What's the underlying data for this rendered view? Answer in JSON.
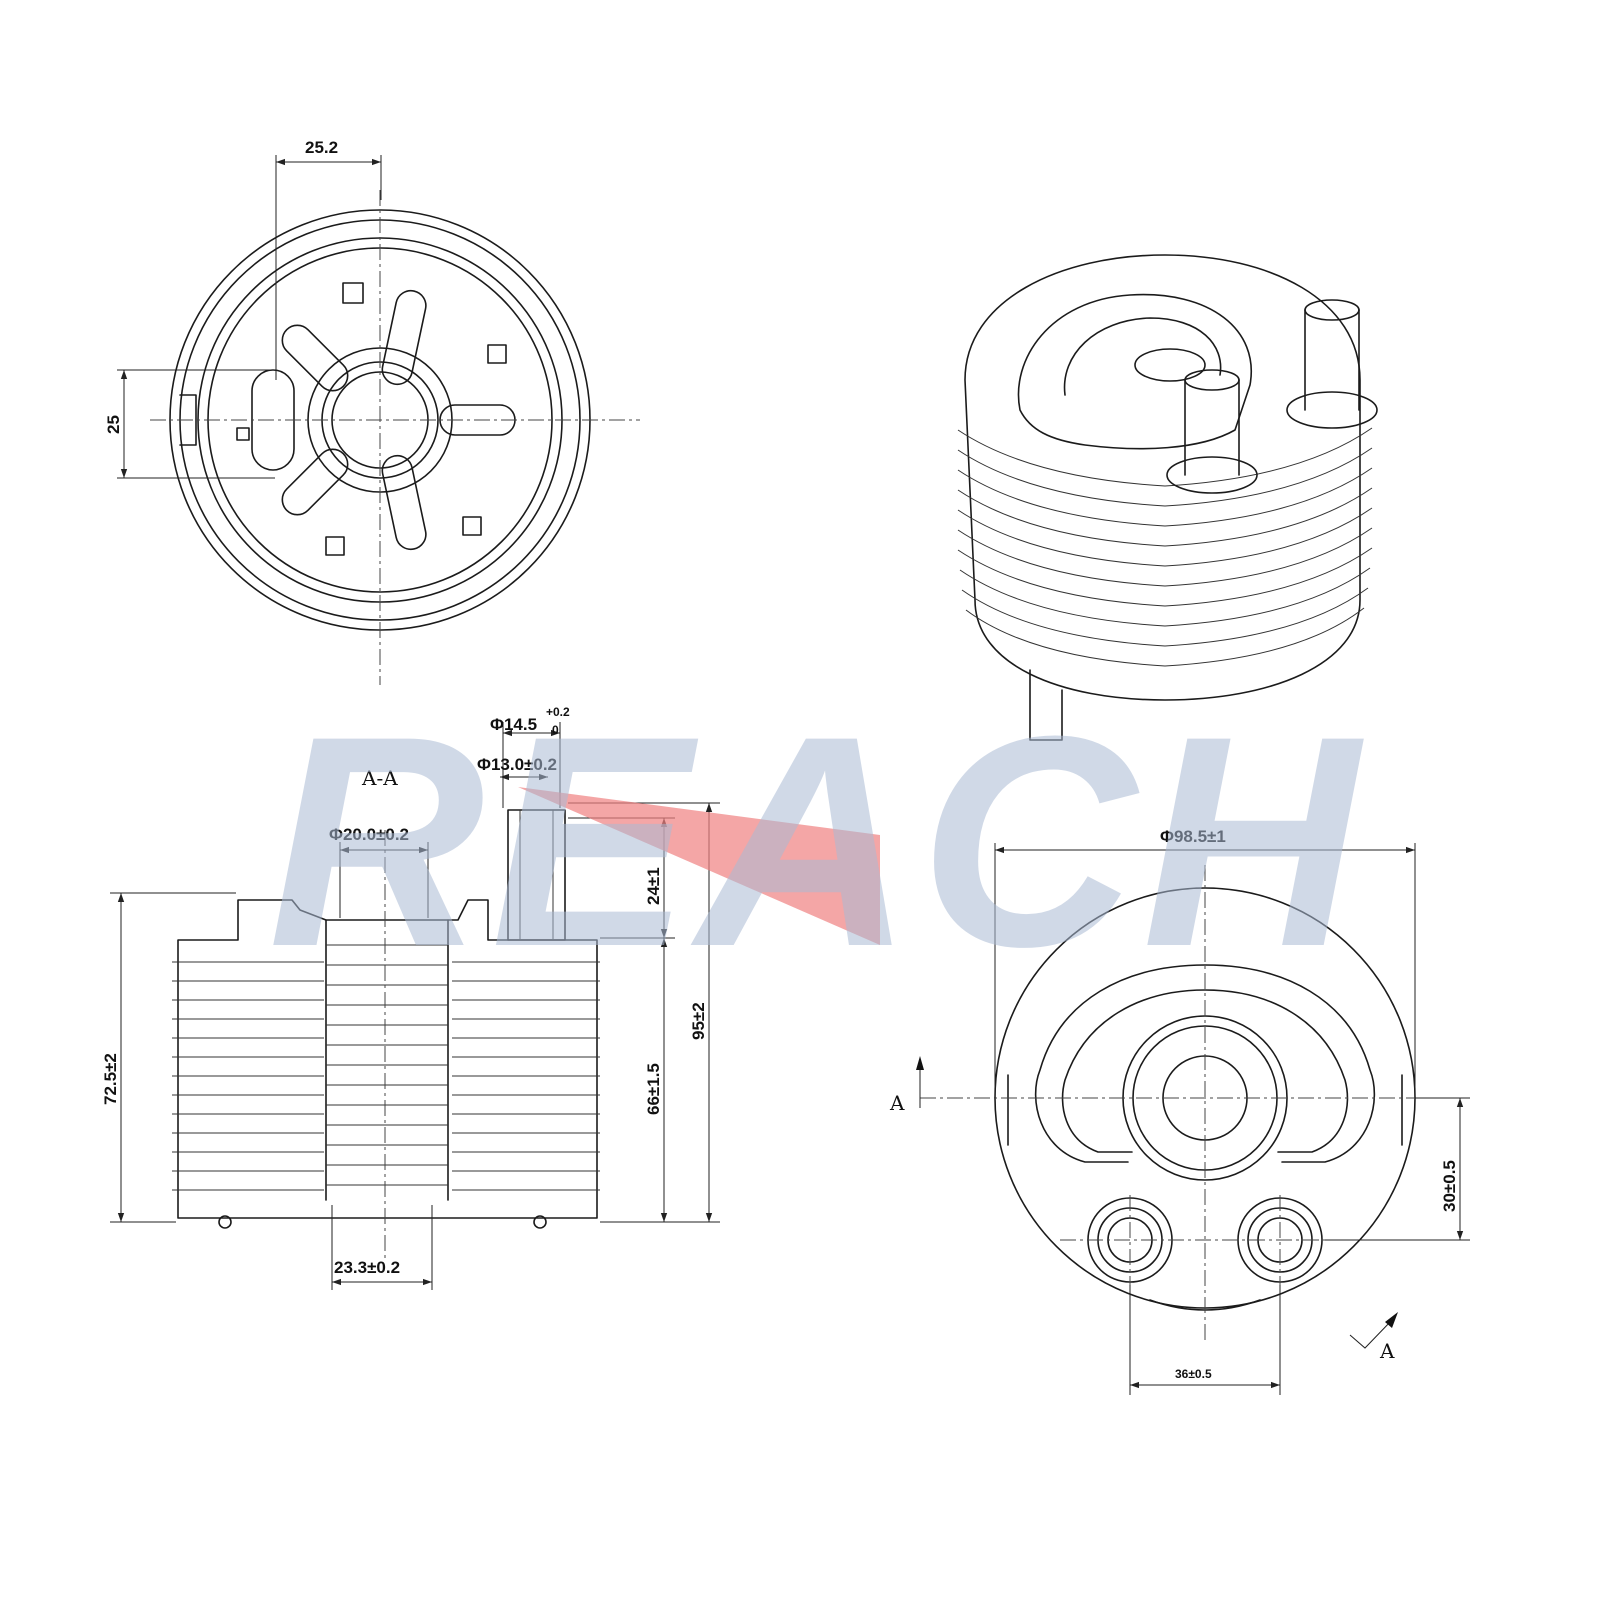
{
  "diagram": {
    "brand_logo": "REACH",
    "accent_colors": {
      "logo_blue": "#a9bad4",
      "logo_red": "#f08080"
    },
    "section_marks": {
      "section_title": "A-A",
      "arrow_left": "A",
      "arrow_right": "A"
    },
    "dimensions": {
      "top_width": "25.2",
      "top_height": "25",
      "pipe_outer": "Φ14.5",
      "pipe_outer_tol": "+0.2",
      "pipe_outer_tol_low": "0",
      "pipe_inner": "Φ13.0±0.2",
      "bore_top": "Φ20.0±0.2",
      "bore_bottom": "23.3±0.2",
      "pipe_height": "24±1",
      "body_height": "66±1.5",
      "total_height": "95±2",
      "side_height": "72.5±2",
      "outer_diameter": "Φ98.5±1",
      "port_offset": "30±0.5",
      "port_spacing": "36±0.5"
    }
  }
}
